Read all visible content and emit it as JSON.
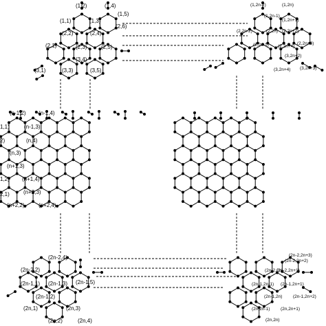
{
  "colors": {
    "stroke": "#000000",
    "background": "#ffffff"
  },
  "labels": {
    "tl_1_1": "(1,1)",
    "tl_1_2": "(1,2)",
    "tl_1_3": "(1,3)",
    "tl_1_4": "(1,4)",
    "tl_1_5": "(1,5)",
    "tl_2_1": "(2,1)",
    "tl_2_2": "(2,2)",
    "tl_2_3": "(2,3)",
    "tl_2_4": "(2,4)",
    "tl_2_5": "(2,5)",
    "tl_2_6": "(2,6)",
    "tl_3_1": "(3,1)",
    "tl_3_3": "(3,3)",
    "tl_3_4": "(3,4)",
    "tl_3_5": "(3,5)",
    "tr_1_2n_2": "(1,2n-2)",
    "tr_1_2n_1": "(1,2n-1)",
    "tr_1_2n": "(1,2n)",
    "tr_1_2n1": "(1,2n+1)",
    "tr_2_2n_2": "(2,2n-2)",
    "tr_2_2n": "(2,2n)",
    "tr_2_2n_1": "(2,2n-1)",
    "tr_2_2n2": "(2,2n+2)",
    "tr_2_2n3": "(2,2n+3)",
    "tr_2_2n4": "(2,2n+4)",
    "tr_3_2n2": "(3,2n+2)",
    "tr_3_2n3": "(3,2n+3)",
    "tr_3_2n4": "(3,2n+4)",
    "ml_n1_2": "(n-1,2)",
    "ml_n1_1": "1,1)",
    "ml_n1_3": "(n-1,3)",
    "ml_n1_4": "(n-1,4)",
    "ml_2": "2)",
    "ml_n3": "(n,3)",
    "ml_n4": "(n,4)",
    "ml_n1p3": "(n+1,3)",
    "ml_1_2": "1,2)",
    "ml_n1p4": "(n+1,4)",
    "ml_21": "2,1)",
    "ml_n2_3": "(n+2,3)",
    "ml_n2_2": "(n+2,2)",
    "ml_n2_4": "(n+2,4)",
    "bl_2n2_4": "(2n-2,4)",
    "bl_2n2_2": "(2n-2,2)",
    "bl_2n1_5": "(2n-1,5)",
    "bl_2n1_1": "(2n-1,1)",
    "bl_2n1_3": "(2n-1,3)",
    "bl_2n_1": "(2n,1)",
    "bl_2n1_2": "(2n-1,2)",
    "bl_2n_3": "(2n,3)",
    "bl_2n_2": "(2n,2)",
    "bl_2n_4": "(2n,4)",
    "br_2n2_2n3": "(2n-2,2n+3)",
    "br_2n2_2n": "(2n-2,2n)",
    "br_2n2_2n2": "(2n-2,2n+2)",
    "br_2n2_2n1": "(2n-2,2n+1)",
    "br_2n1_2n1": "(2n-1,2n-1)",
    "br_2n1_2n1p": "(2n-1,2n+1)",
    "br_2n1_2n": "(2n-1,2n)",
    "br_2n1_2n2": "(2n-1,2n+2)",
    "br_2n_2n1": "(2n,2n-1)",
    "br_2n_2n1p": "(2n,2n+1)",
    "br_2n_2n": "(2n,2n)"
  }
}
